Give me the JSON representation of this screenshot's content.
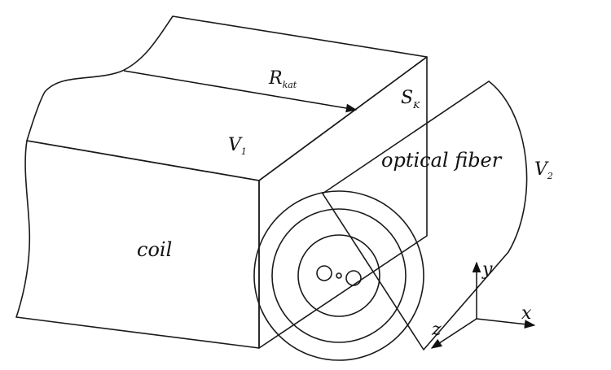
{
  "labels": {
    "coil": "coil",
    "optical_fiber": "optical fiber",
    "r_main": "R",
    "r_sub": "kat",
    "s_main": "S",
    "s_sub": "K",
    "v1_main": "V",
    "v1_sub": "1",
    "v2_main": "V",
    "v2_sub": "2"
  },
  "axes": {
    "x": "x",
    "y": "y",
    "z": "z"
  },
  "colors": {
    "line": "#1a1a1a",
    "fiber_body": "#f2f2f2",
    "outer_ring": "#d9d9d9",
    "middle_ring": "#6e6e6e",
    "core_light": "#bdbdbd",
    "hole": "#f2f2f2"
  }
}
